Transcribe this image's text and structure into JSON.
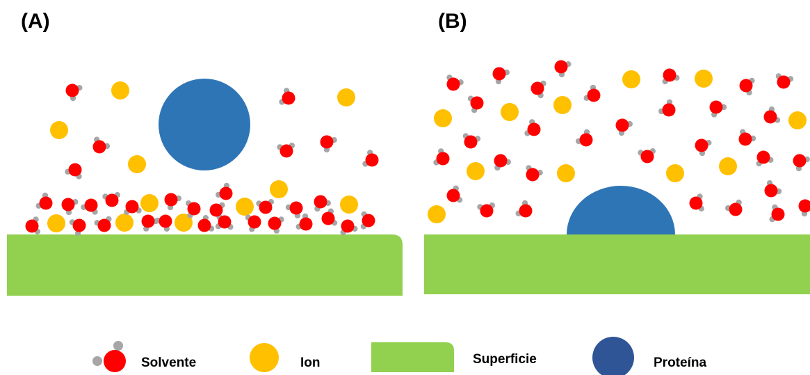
{
  "panels": [
    {
      "id": "A",
      "label": "(A)"
    },
    {
      "id": "B",
      "label": "(B)"
    }
  ],
  "legend": {
    "solvent": "Solvente",
    "ion": "Ion",
    "surface": "Superficie",
    "protein": "Proteína"
  },
  "colors": {
    "solvent_oxygen": "#ff0000",
    "solvent_hydrogen": "#a6a6a6",
    "ion": "#ffc000",
    "surface": "#92d050",
    "protein_diagram": "#2e75b6",
    "protein_legend": "#2f5597"
  },
  "icons": {
    "solvent": "water-molecule-icon",
    "ion": "ion-circle-icon",
    "surface": "surface-block-icon",
    "protein": "protein-circle-icon"
  }
}
